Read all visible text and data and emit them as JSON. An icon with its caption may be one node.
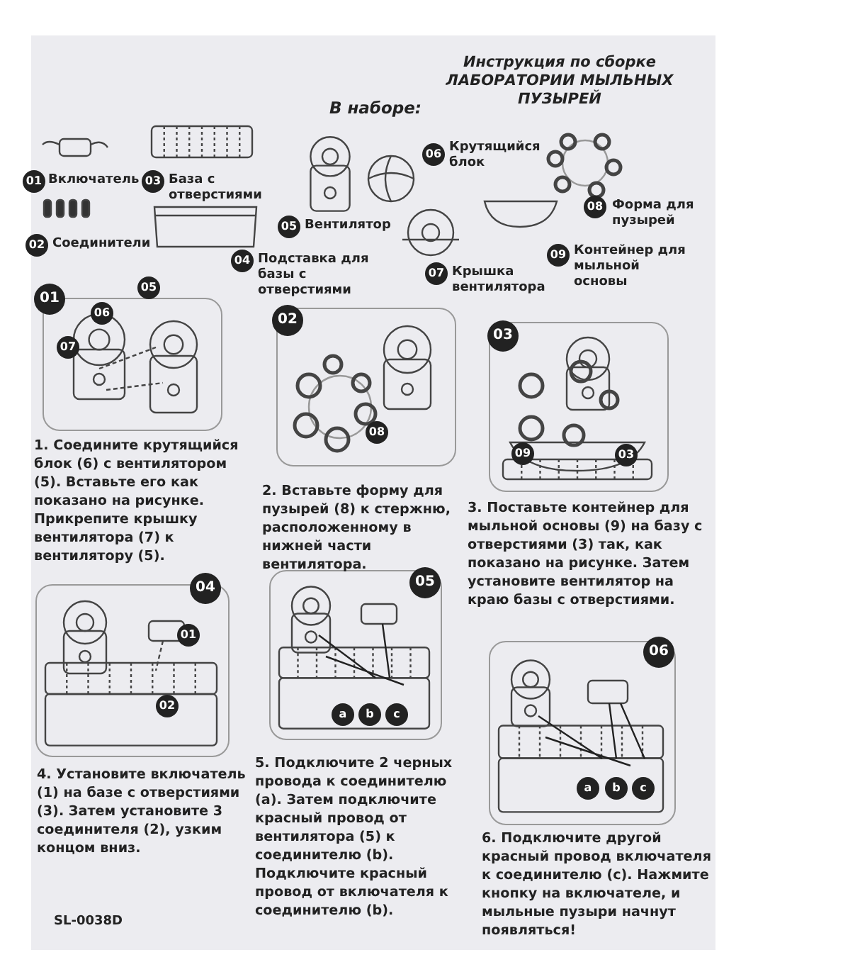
{
  "diagram": {
    "title": "Инструкция по сборке ЛАБОРАТОРИИ МЫЛЬНЫХ ПУЗЫРЕЙ",
    "labels": [
      "В наборе:",
      "06",
      "Крутящийся блок",
      "01",
      "Включатель",
      "03",
      "База с отверстиями",
      "05",
      "Вентилятор",
      "08",
      "Форма для пузырей",
      "02",
      "Соединители",
      "04",
      "Подставка для базы с отверстиями",
      "07",
      "Крышка вентилятора",
      "09",
      "Контейнер для мыльной основы",
      "01",
      "05",
      "06",
      "07",
      "02",
      "08",
      "03",
      "09",
      "03",
      "1. Соедините крутящийся блок (6) с вентилятором (5). Вставьте его как показано на рисунке. Прикрепите крышку вентилятора (7) к вентилятору (5).",
      "2. Вставьте форму для пузырей (8) к стержню, расположенному в нижней части вентилятора.",
      "3. Поставьте контейнер для мыльной основы (9) на базу с отверстиями (3) так, как показано на рисунке. Затем установите вентилятор на краю базы с отверстиями.",
      "04",
      "01",
      "02",
      "05",
      "a",
      "b",
      "c",
      "06",
      "a",
      "b",
      "c",
      "4. Установите включатель (1) на базе с отверстиями (3). Затем установите 3 соединителя (2), узким концом вниз.",
      "5. Подключите 2 черных провода к соединителю (a). Затем подключите красный провод от вентилятора (5) к соединителю (b). Подключите красный провод от включателя к соединителю (b).",
      "6. Подключите другой красный провод включателя к соединителю (c). Нажмите кнопку на включателе, и мыльные пузыри начнут появляться!",
      "SL-0038D"
    ]
  }
}
